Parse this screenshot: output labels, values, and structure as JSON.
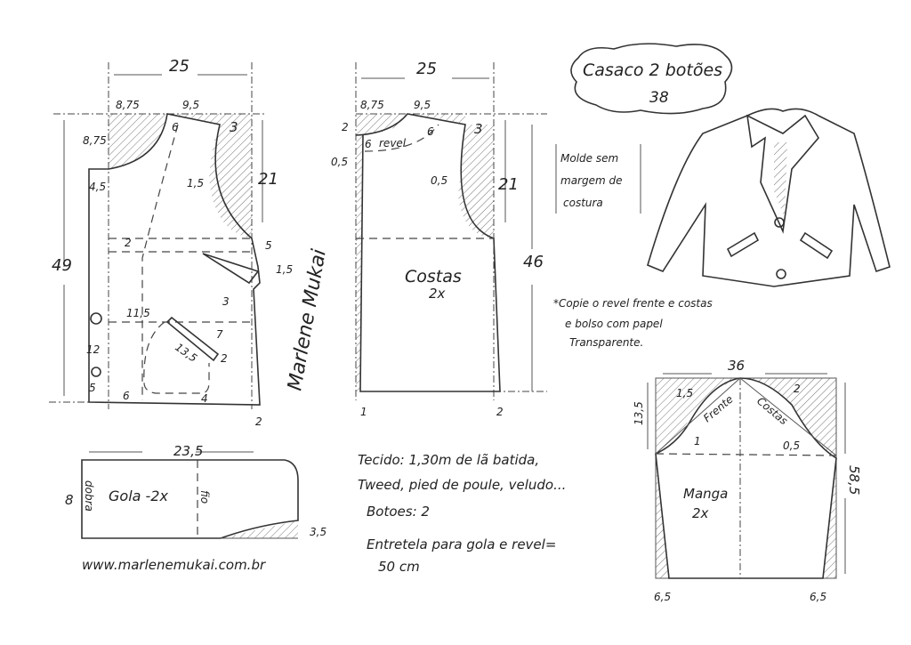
{
  "title": {
    "line1": "Casaco 2 botões",
    "line2": "38"
  },
  "note_box": {
    "line1": "Molde sem",
    "line2": "margem de",
    "line3": "costura"
  },
  "copy_note": {
    "line1": "*Copie o revel frente e costas",
    "line2": "e bolso com papel",
    "line3": "Transparente."
  },
  "front": {
    "width": "25",
    "neck_w": "8,75",
    "shoulder_w": "9,5",
    "neck_h": "8,75",
    "ext": "4,5",
    "shoulder_drop": "3",
    "dart": "6",
    "armhole_in": "1,5",
    "armhole_h": "21",
    "total_h": "49",
    "dart_gap": "2",
    "side_5": "5",
    "side_15": "1,5",
    "dart_3": "3",
    "pocket_x": "11,5",
    "pocket_len": "13,5",
    "pocket_7": "7",
    "pocket_2": "2",
    "btn_12": "12",
    "btn_5": "5",
    "hem_6": "6",
    "hem_4": "4",
    "hem_2": "2"
  },
  "back": {
    "width": "25",
    "neck_w": "8,75",
    "shoulder_w": "9,5",
    "neck_h": "2",
    "shoulder_drop": "3",
    "revel_label": "revel",
    "revel_6": "6",
    "revel_6b": "6",
    "cb_05": "0,5",
    "armhole_in": "0,5",
    "armhole_h": "21",
    "total_h": "46",
    "label": "Costas",
    "qty": "2x",
    "hem_1": "1",
    "hem_2": "2"
  },
  "sleeve": {
    "width": "36",
    "cap_h": "13,5",
    "length": "58,5",
    "front_label": "Frente",
    "back_label": "Costas",
    "f_15": "1,5",
    "f_1": "1",
    "b_2": "2",
    "b_05": "0,5",
    "label": "Manga",
    "qty": "2x",
    "hem_l": "6,5",
    "hem_r": "6,5"
  },
  "collar": {
    "width": "23,5",
    "height": "8",
    "fold": "dobra",
    "grain": "fio",
    "label": "Gola -2x",
    "tip": "3,5"
  },
  "materials": {
    "line1": "Tecido: 1,30m  de lã batida,",
    "line2": "Tweed, pied de poule, veludo...",
    "line3": "Botoes: 2",
    "line4": "Entretela para gola e revel=",
    "line5": "50 cm"
  },
  "website": "www.marlenemukai.com.br",
  "signature": "Marlene Mukai"
}
